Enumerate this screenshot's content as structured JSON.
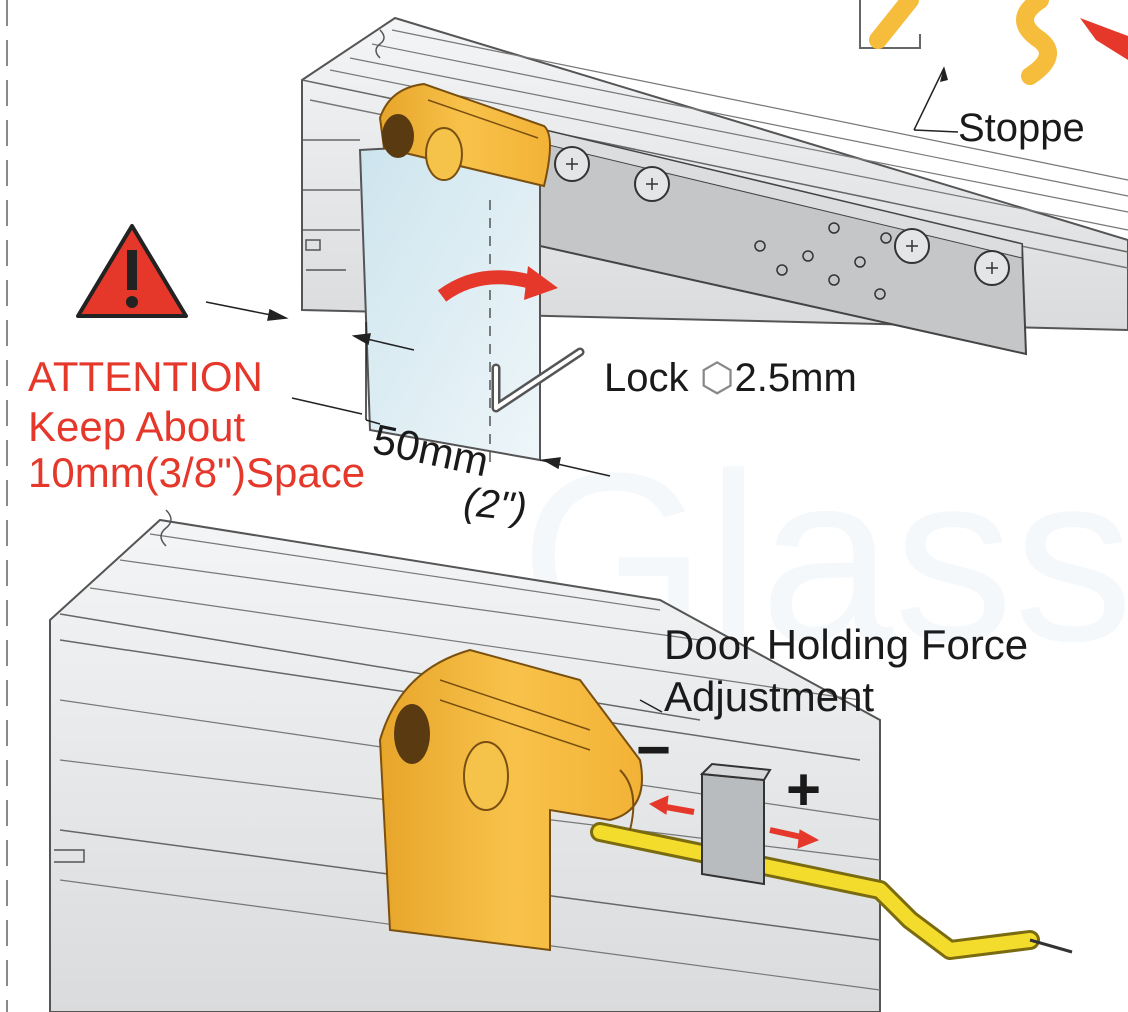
{
  "labels": {
    "stopper": "Stoppe",
    "lock_prefix": "Lock",
    "hex_symbol": "⬡",
    "lock_size": "2.5mm",
    "attention": "ATTENTION",
    "keep_about": "Keep About",
    "space": "10mm(3/8\")Space",
    "width_mm": "50mm",
    "width_in": "(2\")",
    "force_line1": "Door Holding Force",
    "force_line2": "Adjustment",
    "minus": "−",
    "plus": "+"
  },
  "watermark": "Glass",
  "colors": {
    "clamp": "#f6bc3c",
    "clamp_shadow": "#d99a1f",
    "rail": "#e9eaeb",
    "rail_line": "#666666",
    "plate": "#c4c6c8",
    "glass": "#cfe6ee",
    "warning": "#e5382b",
    "cable": "#f3dc2b"
  }
}
